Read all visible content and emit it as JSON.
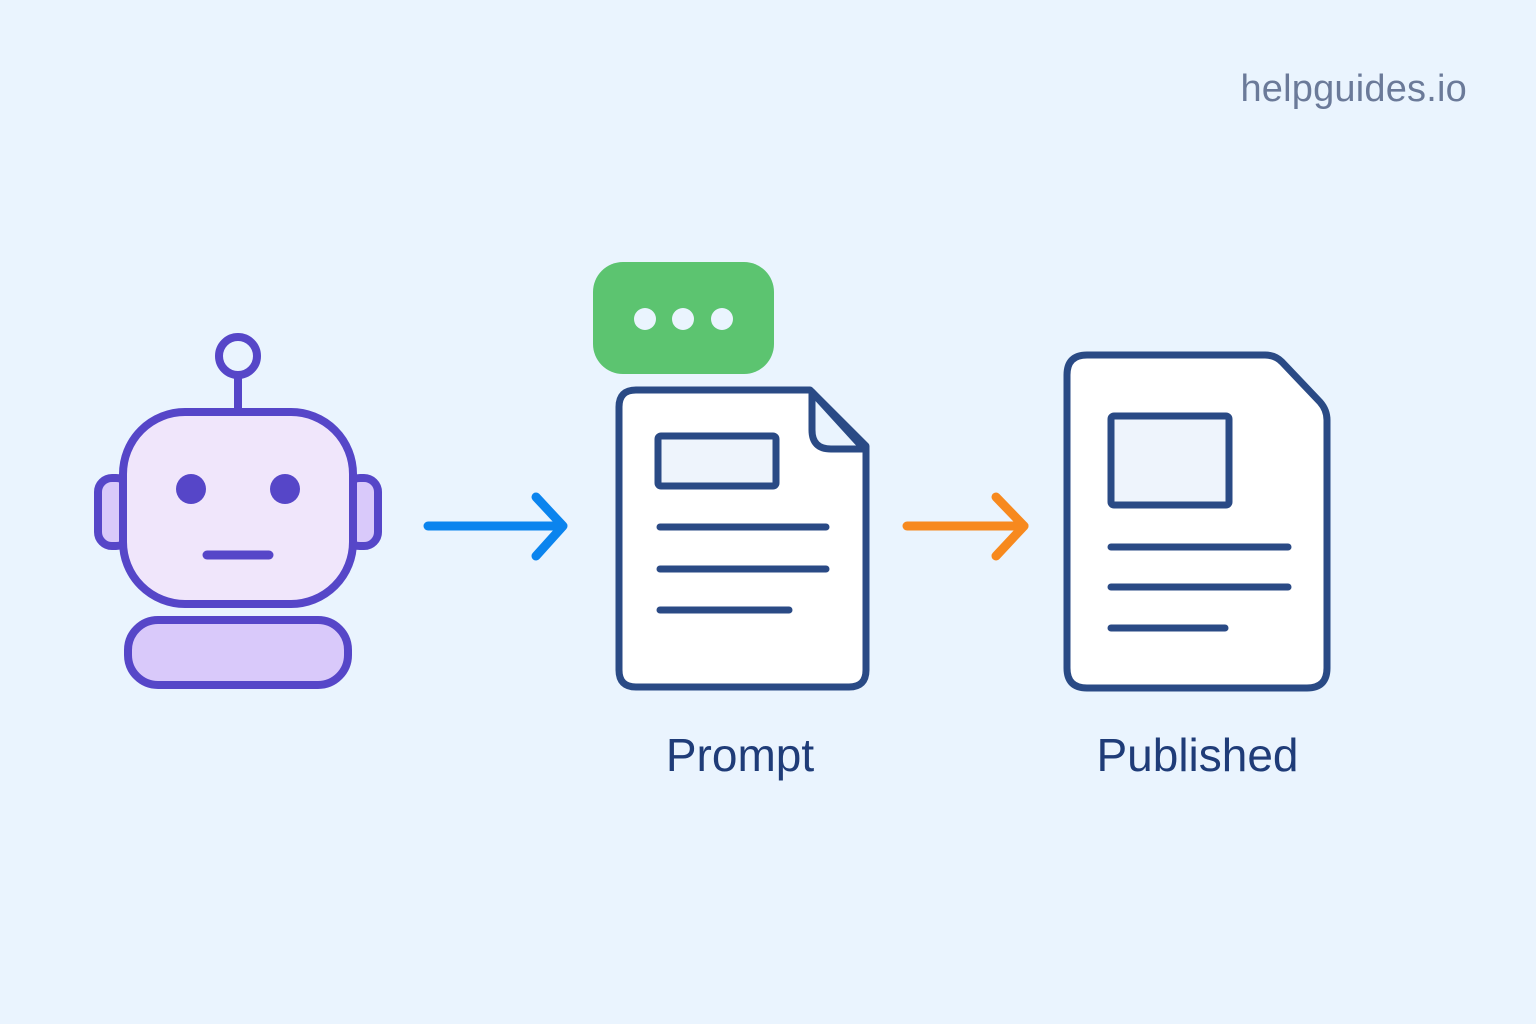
{
  "brand": {
    "text": "helpguides.io",
    "color": "#6B7A99"
  },
  "diagram": {
    "type": "flow",
    "nodes": [
      {
        "id": "robot",
        "icon": "robot-icon",
        "label": ""
      },
      {
        "id": "prompt",
        "icon": "prompt-document-icon",
        "label": "Prompt",
        "badge": "chat-bubble-typing-icon"
      },
      {
        "id": "published",
        "icon": "published-document-icon",
        "label": "Published"
      }
    ],
    "edges": [
      {
        "from": "robot",
        "to": "prompt",
        "color": "#0B84EE"
      },
      {
        "from": "prompt",
        "to": "published",
        "color": "#F7891E"
      }
    ]
  },
  "labels": {
    "prompt": "Prompt",
    "published": "Published"
  },
  "colors": {
    "background": "#EAF4FE",
    "robot_stroke": "#5646C8",
    "robot_head_fill": "#F0E6FB",
    "robot_base_fill": "#D9C9FA",
    "document_stroke": "#2A4A85",
    "bubble_fill": "#5CC470",
    "arrow_blue": "#0B84EE",
    "arrow_orange": "#F7891E",
    "label_text": "#1F3C78"
  }
}
